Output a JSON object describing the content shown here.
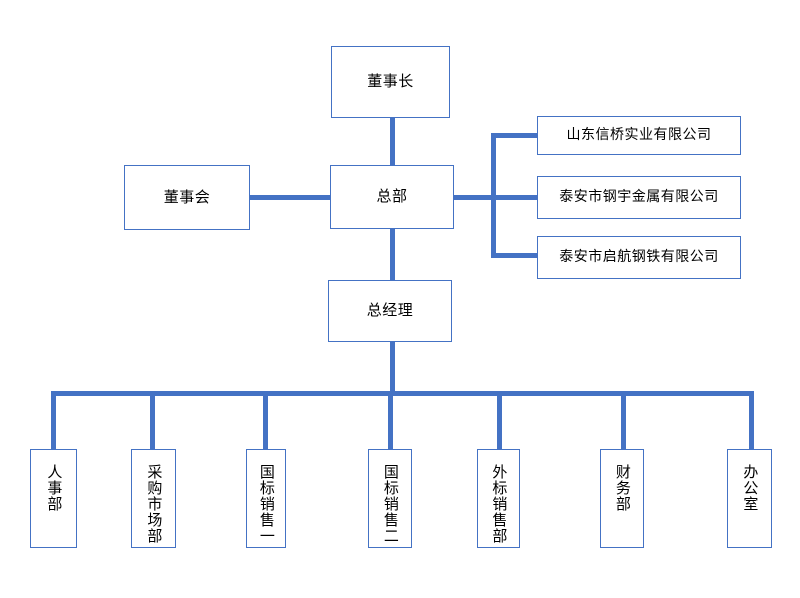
{
  "diagram": {
    "type": "org-chart",
    "title": "",
    "colors": {
      "line": "#4472C4",
      "box_border": "#4472C4",
      "box_fill": "#FFFFFF",
      "text": "#000000",
      "background": "#FFFFFF"
    },
    "nodes": {
      "chairman": {
        "label": "董事长"
      },
      "board": {
        "label": "董事会"
      },
      "headquarters": {
        "label": "总部"
      },
      "general_manager": {
        "label": "总经理"
      }
    },
    "subsidiaries": [
      {
        "label": "山东信桥实业有限公司"
      },
      {
        "label": "泰安市钢宇金属有限公司"
      },
      {
        "label": "泰安市启航钢铁有限公司"
      }
    ],
    "departments": [
      {
        "label": "人事部"
      },
      {
        "label": "采购市场部"
      },
      {
        "label": "国标销售一"
      },
      {
        "label": "国标销售二"
      },
      {
        "label": "外标销售部"
      },
      {
        "label": "财务部"
      },
      {
        "label": "办公室"
      }
    ]
  }
}
